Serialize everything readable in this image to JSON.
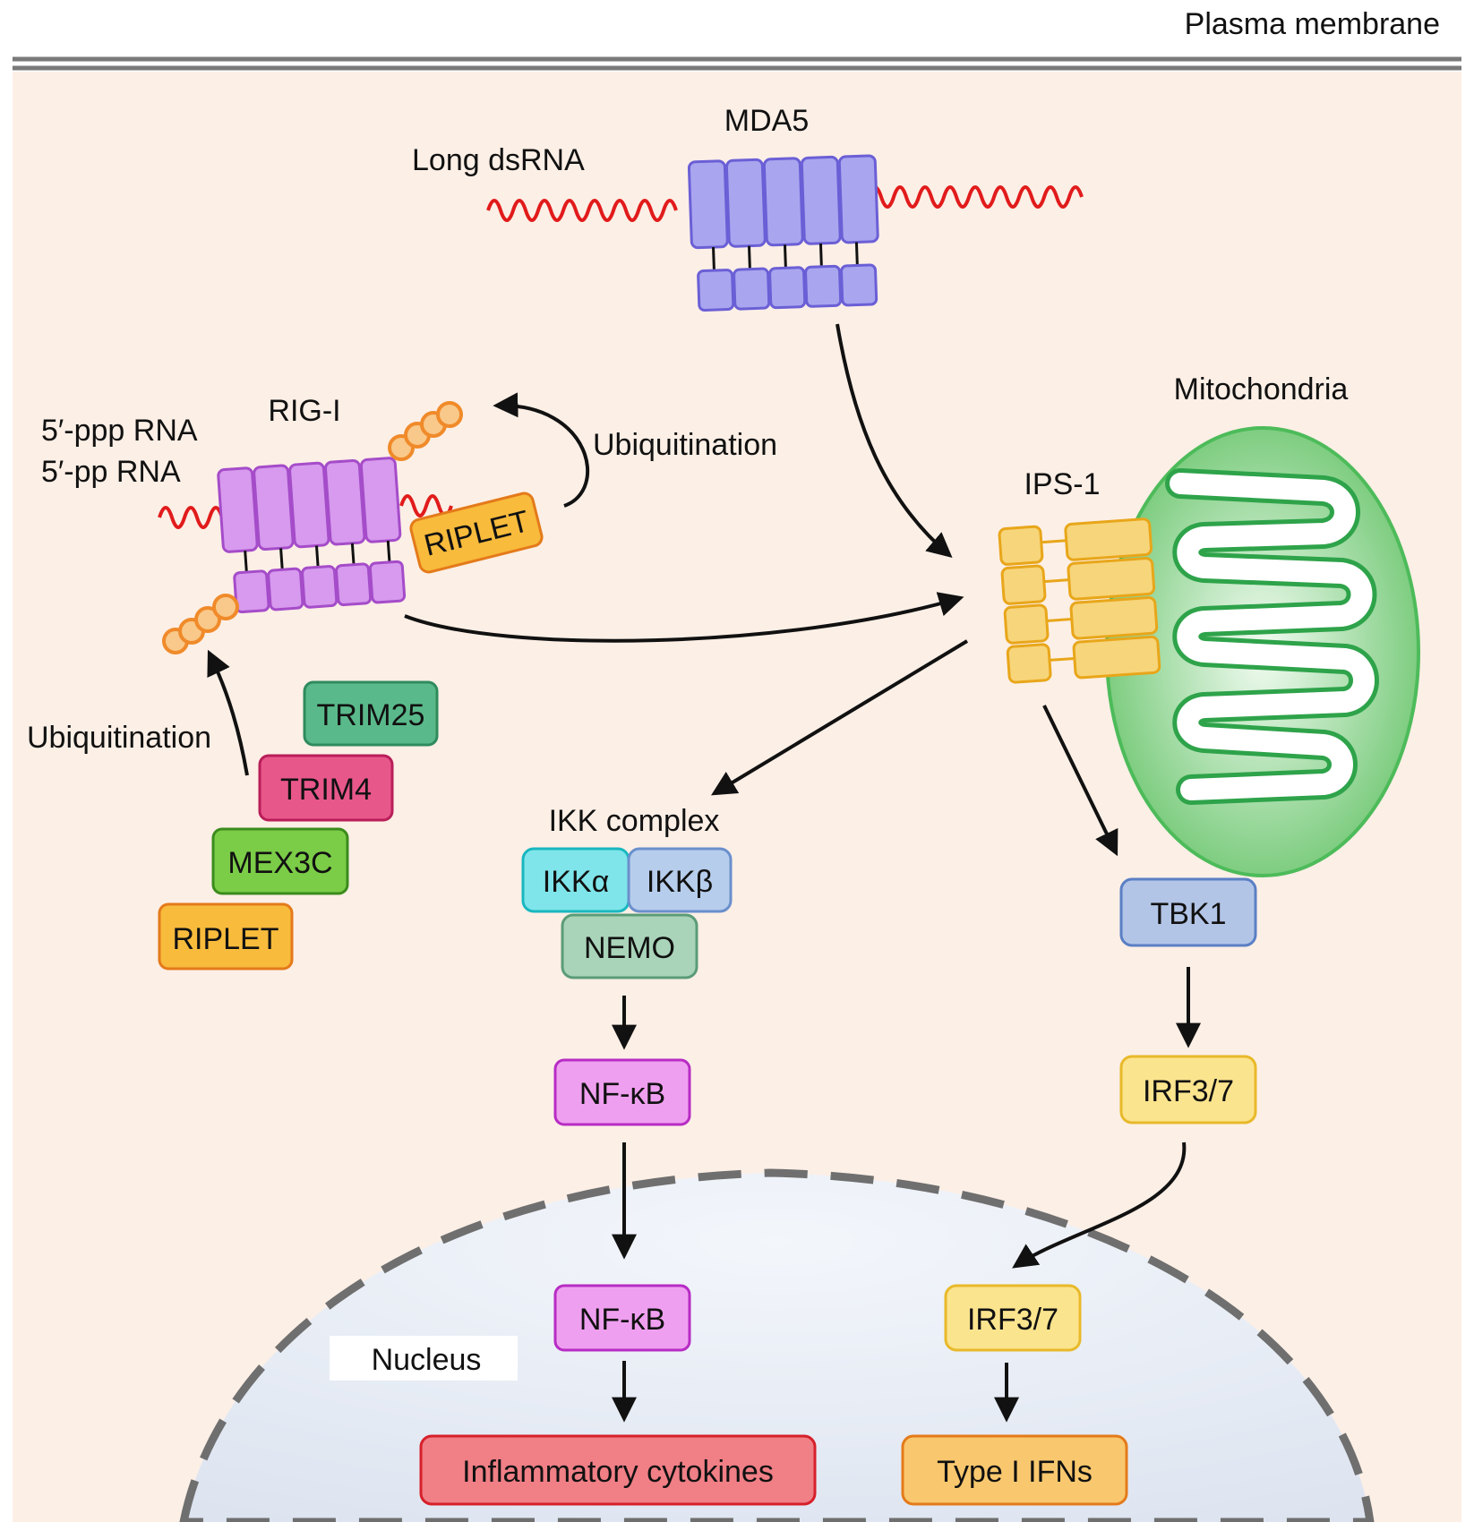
{
  "labels": {
    "plasma_membrane": "Plasma membrane",
    "mda5": "MDA5",
    "long_dsrna": "Long dsRNA",
    "rig_i": "RIG-I",
    "ppp_rna": "5′-ppp RNA",
    "pp_rna": "5′-pp RNA",
    "ubiquitination_top": "Ubiquitination",
    "ubiquitination_left": "Ubiquitination",
    "mitochondria": "Mitochondria",
    "ips1": "IPS-1",
    "ikk_complex": "IKK complex",
    "nucleus": "Nucleus"
  },
  "boxes": {
    "riplet_bound": "RIPLET",
    "trim25": "TRIM25",
    "trim4": "TRIM4",
    "mex3c": "MEX3C",
    "riplet": "RIPLET",
    "ikk_alpha": "IKKα",
    "ikk_beta": "IKKβ",
    "nemo": "NEMO",
    "nfkb_cyto": "NF-κB",
    "nfkb_nuc": "NF-κB",
    "tbk1": "TBK1",
    "irf_cyto": "IRF3/7",
    "irf_nuc": "IRF3/7",
    "inflammatory": "Inflammatory cytokines",
    "type1_ifn": "Type I IFNs"
  },
  "colors": {
    "cytoplasm": "#fcefe6",
    "nucleus": "#e6ebf4",
    "rna": "#e11b1b",
    "mda5": "#a9a6ef",
    "rig_i": "#d79aee",
    "ubiquitin": "#f8c98a",
    "ips1": "#f7d57a",
    "mitochondria": "#4dbb5a",
    "riplet": "#f8bb3c",
    "trim25": "#5ab98a",
    "trim4": "#e8578a",
    "mex3c": "#7bcc47",
    "ikk_alpha": "#7fe5ea",
    "ikk_beta": "#b6cdec",
    "nemo": "#a9d4b9",
    "nfkb": "#ef9ff0",
    "tbk1": "#b3c5e7",
    "irf": "#fbe48e",
    "inflammatory": "#f07f86",
    "type1_ifn": "#f9c86e"
  }
}
